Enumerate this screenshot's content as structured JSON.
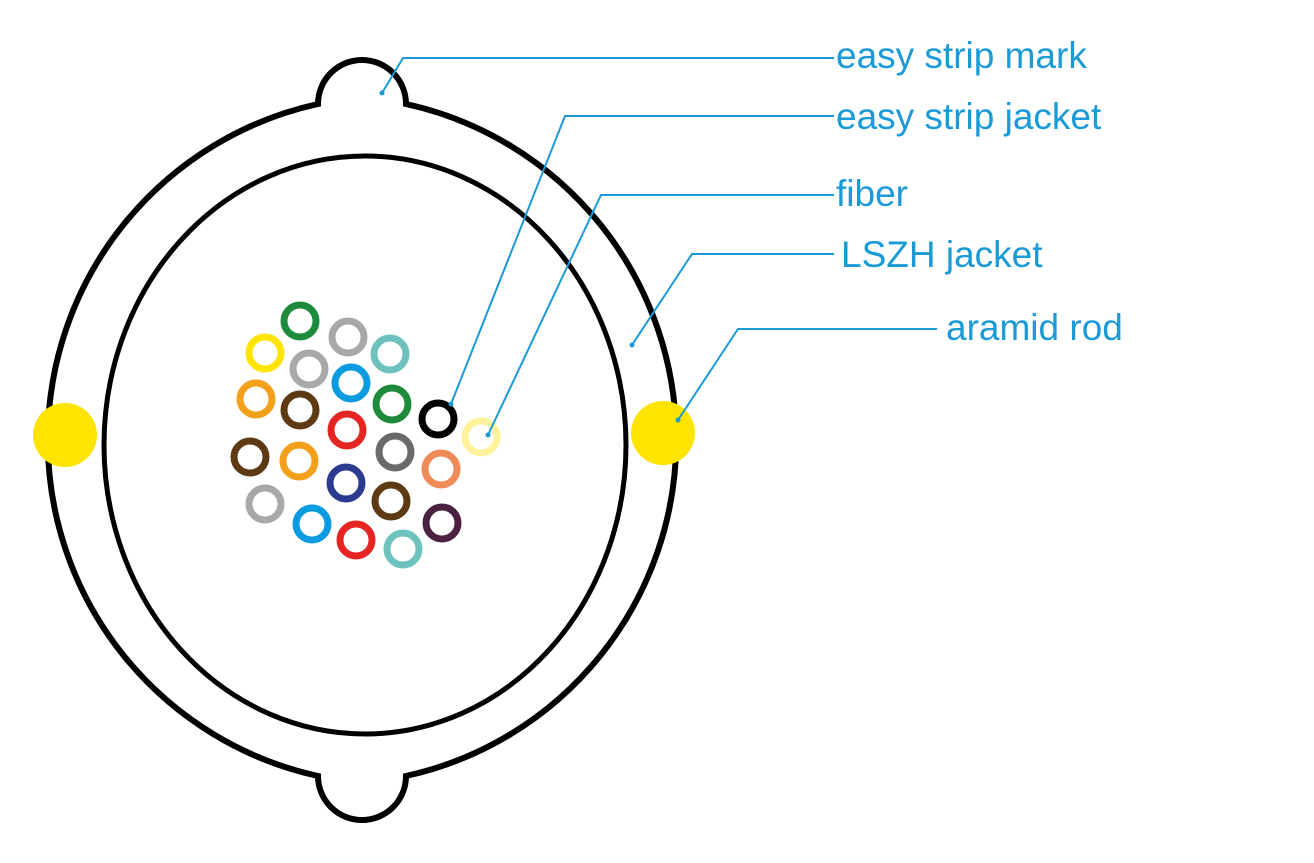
{
  "colors": {
    "outline": "#000000",
    "callout": "#1a9ad6",
    "aramid_rod": "#ffe400"
  },
  "labels": {
    "easy_strip_mark": "easy strip mark",
    "easy_strip_jacket": "easy strip jacket",
    "fiber": "fiber",
    "lszh_jacket": "LSZH jacket",
    "aramid_rod": "aramid rod"
  },
  "fibers": [
    {
      "color": "#1d8a3c"
    },
    {
      "color": "#a8a8a8"
    },
    {
      "color": "#ffe400"
    },
    {
      "color": "#a8a8a8"
    },
    {
      "color": "#6ec2bd"
    },
    {
      "color": "#0a9be0"
    },
    {
      "color": "#f3a01a"
    },
    {
      "color": "#5e3a14"
    },
    {
      "color": "#1d8a3c"
    },
    {
      "color": "#000000"
    },
    {
      "color": "#e52521"
    },
    {
      "color": "#fff29a"
    },
    {
      "color": "#5e3a14"
    },
    {
      "color": "#f3a01a"
    },
    {
      "color": "#6a6a6a"
    },
    {
      "color": "#f08a56"
    },
    {
      "color": "#2c3b8f"
    },
    {
      "color": "#a8a8a8"
    },
    {
      "color": "#5e3a14"
    },
    {
      "color": "#0a9be0"
    },
    {
      "color": "#4a2141"
    },
    {
      "color": "#e52521"
    },
    {
      "color": "#6ec2bd"
    }
  ]
}
